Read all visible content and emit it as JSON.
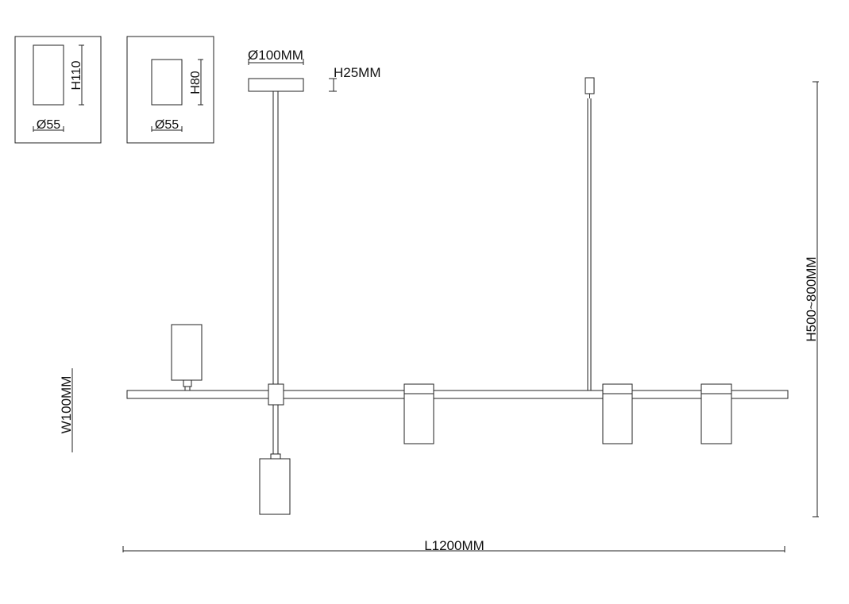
{
  "detail_boxes": [
    {
      "diameter_label": "Ø55",
      "height_label": "H110"
    },
    {
      "diameter_label": "Ø55",
      "height_label": "H80"
    }
  ],
  "canopy": {
    "diameter_label": "Ø100MM",
    "height_label": "H25MM"
  },
  "dimensions": {
    "overall_height_label": "H500~800MM",
    "width_label": "W100MM",
    "length_label": "L1200MM"
  }
}
